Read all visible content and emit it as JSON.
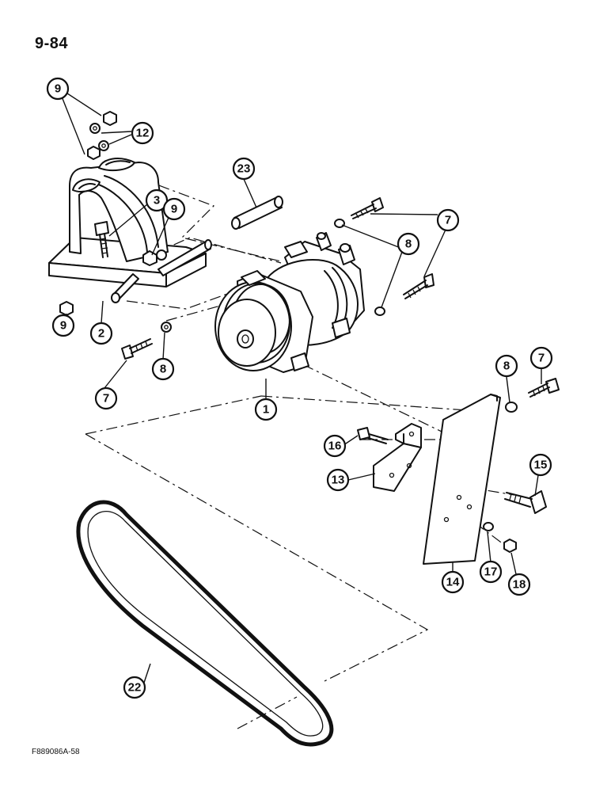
{
  "page": {
    "number": "9-84",
    "figure_code": "F889086A-58"
  },
  "callouts": [
    "9",
    "12",
    "23",
    "3",
    "9",
    "7",
    "8",
    "2",
    "9",
    "8",
    "7",
    "1",
    "7",
    "8",
    "16",
    "13",
    "15",
    "22",
    "14",
    "17",
    "18"
  ],
  "colors": {
    "ink": "#111111",
    "paper": "#ffffff"
  }
}
